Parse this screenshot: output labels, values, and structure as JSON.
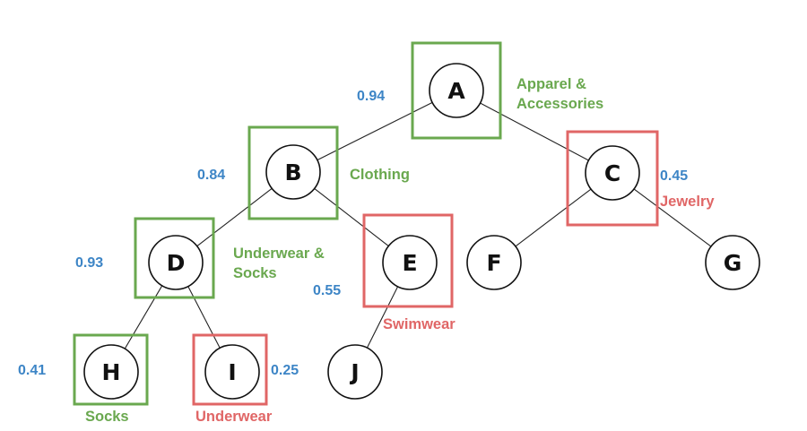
{
  "colors": {
    "selected": "#6aa84f",
    "rejected": "#e06666",
    "score": "#3d85c6"
  },
  "nodes": {
    "A": {
      "label": "A",
      "score": "0.94",
      "category_lines": [
        "Apparel &",
        "Accessories"
      ],
      "status": "selected"
    },
    "B": {
      "label": "B",
      "score": "0.84",
      "category_lines": [
        "Clothing"
      ],
      "status": "selected"
    },
    "C": {
      "label": "C",
      "score": "0.45",
      "category_lines": [
        "Jewelry"
      ],
      "status": "rejected"
    },
    "D": {
      "label": "D",
      "score": "0.93",
      "category_lines": [
        "Underwear &",
        "Socks"
      ],
      "status": "selected"
    },
    "E": {
      "label": "E",
      "score": "0.55",
      "category_lines": [
        "Swimwear"
      ],
      "status": "rejected"
    },
    "F": {
      "label": "F"
    },
    "G": {
      "label": "G"
    },
    "H": {
      "label": "H",
      "score": "0.41",
      "category_lines": [
        "Socks"
      ],
      "status": "selected"
    },
    "I": {
      "label": "I",
      "score": "0.25",
      "category_lines": [
        "Underwear"
      ],
      "status": "rejected"
    },
    "J": {
      "label": "J"
    }
  },
  "edges": [
    [
      "A",
      "B"
    ],
    [
      "A",
      "C"
    ],
    [
      "B",
      "D"
    ],
    [
      "B",
      "E"
    ],
    [
      "C",
      "F"
    ],
    [
      "C",
      "G"
    ],
    [
      "D",
      "H"
    ],
    [
      "D",
      "I"
    ],
    [
      "E",
      "J"
    ]
  ]
}
